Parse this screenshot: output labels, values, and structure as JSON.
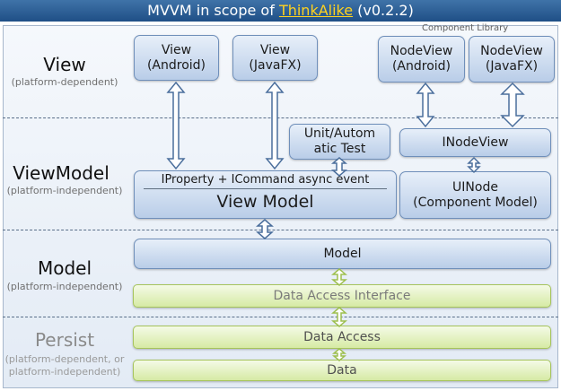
{
  "title": {
    "prefix": "MVVM in scope of ",
    "highlight": "ThinkAlike",
    "suffix": " (v0.2.2)"
  },
  "layers": [
    {
      "name": "View",
      "scope": "(platform-dependent)"
    },
    {
      "name": "ViewModel",
      "scope": "(platform-independent)"
    },
    {
      "name": "Model",
      "scope": "(platform-independent)"
    },
    {
      "name": "Persist",
      "scope_line1": "(platform-dependent, or",
      "scope_line2": "platform-independent)"
    }
  ],
  "component_library_label": "Component  Library",
  "boxes": {
    "view_android": [
      "View",
      "(Android)"
    ],
    "view_javafx": [
      "View",
      "(JavaFX)"
    ],
    "nodeview_android": [
      "NodeView",
      "(Android)"
    ],
    "nodeview_javafx": [
      "NodeView",
      "(JavaFX)"
    ],
    "unit_test": [
      "Unit/Autom",
      "atic Test"
    ],
    "inodeview": "INodeView",
    "viewmodel_interfaces": "IProperty + ICommand async event",
    "viewmodel": "View Model",
    "uinode": [
      "UINode",
      "(Component Model)"
    ],
    "model": "Model",
    "data_access_interface": "Data Access Interface",
    "data_access": "Data Access",
    "data": "Data"
  },
  "colors": {
    "title_bar": "#1f4f86",
    "title_highlight": "#ffd21f",
    "blue_box": "#b9cde8",
    "green_box": "#d6eaa4",
    "arrow_stroke": "#4a6e9c"
  }
}
